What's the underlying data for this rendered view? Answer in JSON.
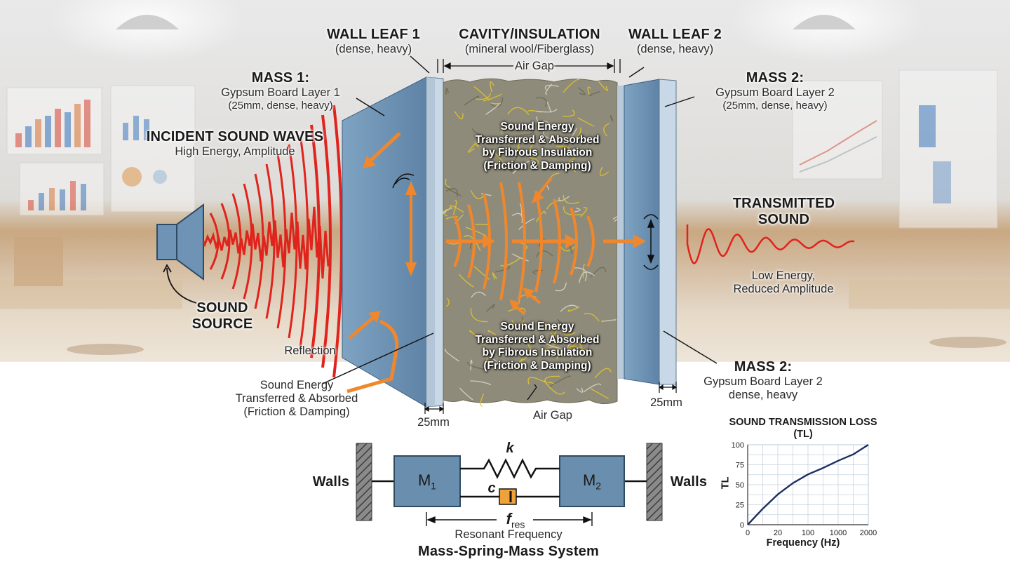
{
  "labels": {
    "wall_leaf_1_title": "WALL LEAF 1",
    "wall_leaf_1_desc": "(dense, heavy)",
    "cavity_title": "CAVITY/INSULATION",
    "cavity_desc": "(mineral wool/Fiberglass)",
    "air_gap_top": "Air Gap",
    "wall_leaf_2_title": "WALL LEAF 2",
    "wall_leaf_2_desc": "(dense, heavy)",
    "mass1_title": "MASS 1:",
    "mass1_line1": "Gypsum Board Layer 1",
    "mass1_line2": "(25mm, dense, heavy)",
    "mass2_top_title": "MASS 2:",
    "mass2_top_line1": "Gypsum Board Layer 2",
    "mass2_top_line2": "(25mm, dense, heavy)",
    "incident_title": "INCIDENT SOUND WAVES",
    "incident_desc": "High Energy, Amplitude",
    "source_line1": "SOUND",
    "source_line2": "SOURCE",
    "reflection": "Reflection",
    "left_energy_1": "Sound Energy",
    "left_energy_2": "Transferred & Absorbed",
    "left_energy_3": "(Friction & Damping)",
    "thickness_left": "25mm",
    "air_gap_bottom": "Air Gap",
    "thickness_right": "25mm",
    "mass2_bottom_title": "MASS 2:",
    "mass2_bottom_line1": "Gypsum Board Layer 2",
    "mass2_bottom_line2": "dense, heavy",
    "transmitted_line1": "TRANSMITTED",
    "transmitted_line2": "SOUND",
    "transmitted_desc_1": "Low Energy,",
    "transmitted_desc_2": "Reduced Amplitude",
    "inner_top_1": "Sound Energy",
    "inner_top_2": "Transferred & Absorbed",
    "inner_top_3": "by Fibrous Insulation",
    "inner_top_4": "(Friction & Damping)",
    "inner_bottom_1": "Sound Energy",
    "inner_bottom_2": "Transferred & Absorbed",
    "inner_bottom_3": "by Fibrous Insulation",
    "inner_bottom_4": "(Friction & Damping)"
  },
  "msm": {
    "walls_left": "Walls",
    "walls_right": "Walls",
    "m1_base": "M",
    "m1_sub": "1",
    "m2_base": "M",
    "m2_sub": "2",
    "spring": "k",
    "damper": "c",
    "freq_base": "f",
    "freq_sub": "res",
    "freq_desc": "Resonant Frequency",
    "title": "Mass-Spring-Mass System"
  },
  "colors": {
    "panel": "#6e93b5",
    "panel_dark": "#4f7294",
    "wave_red": "#e0231c",
    "arrow_orange": "#f0872d",
    "insulation_yellow": "#e2c52c",
    "mass_box": "#6a8fae",
    "damper": "#f0a23a",
    "curve": "#1d2f5e"
  },
  "chart_data": {
    "type": "line",
    "title_line1": "SOUND TRANSMISSION LOSS",
    "title_line2": "(TL)",
    "xlabel": "Frequency (Hz)",
    "ylabel": "TL",
    "x_ticks": [
      "0",
      "20",
      "100",
      "1000",
      "2000"
    ],
    "y_ticks": [
      0,
      25,
      50,
      75,
      100
    ],
    "ylim": [
      0,
      100
    ],
    "grid": true,
    "series": [
      {
        "x_index": [
          0,
          0.5,
          1,
          1.5,
          2,
          2.5,
          3,
          3.5,
          4
        ],
        "values": [
          0,
          20,
          38,
          52,
          63,
          71,
          80,
          88,
          100
        ]
      }
    ]
  }
}
